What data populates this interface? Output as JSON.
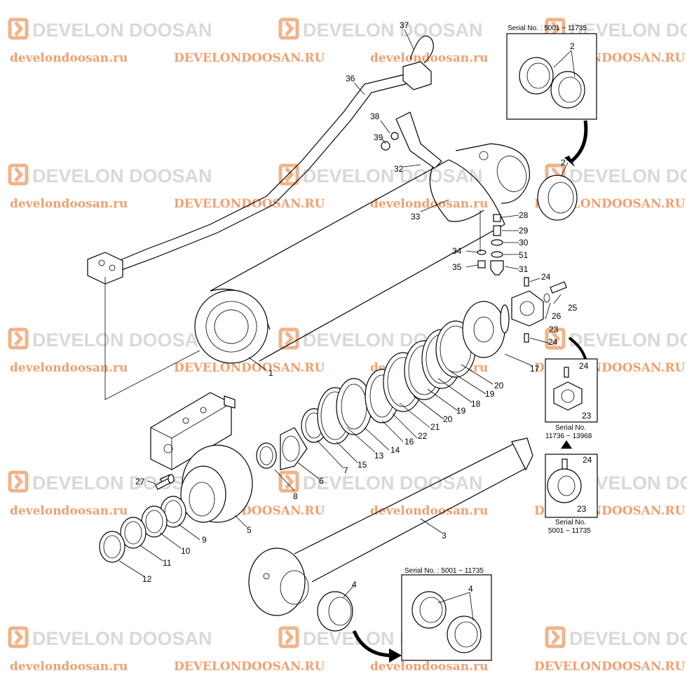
{
  "watermark": {
    "logo_text": "DEVELON DOOSAN",
    "url_lower": "develondoosan.ru",
    "url_upper": "DEVELONDOOSAN.RU"
  },
  "serial_notes": {
    "top_right": "Serial No. : 5001 ~ 11735",
    "bottom_center": "Serial No. : 5001 ~ 11735",
    "mid_right_a": "Serial No.",
    "mid_right_a_range": "11736 ~ 13968",
    "mid_right_b": "Serial No.",
    "mid_right_b_range": "5001 ~ 11735"
  },
  "parts": {
    "p1": "1",
    "p2": "2",
    "p2b": "2",
    "p3": "3",
    "p4": "4",
    "p4b": "4",
    "p5": "5",
    "p6": "6",
    "p7": "7",
    "p8": "8",
    "p9": "9",
    "p10": "10",
    "p11": "11",
    "p12": "12",
    "p13": "13",
    "p14": "14",
    "p15": "15",
    "p16": "16",
    "p17": "17",
    "p18": "18",
    "p19": "19",
    "p19b": "19",
    "p20": "20",
    "p20b": "20",
    "p21": "21",
    "p22": "22",
    "p23": "23",
    "p23b": "23",
    "p23c": "23",
    "p24": "24",
    "p24b": "24",
    "p24c": "24",
    "p24d": "24",
    "p25": "25",
    "p26": "26",
    "p27": "27",
    "p28": "28",
    "p29": "29",
    "p30": "30",
    "p31": "31",
    "p32": "32",
    "p33": "33",
    "p34": "34",
    "p35": "35",
    "p36": "36",
    "p37": "37",
    "p38": "38",
    "p39": "39",
    "p51": "51"
  }
}
